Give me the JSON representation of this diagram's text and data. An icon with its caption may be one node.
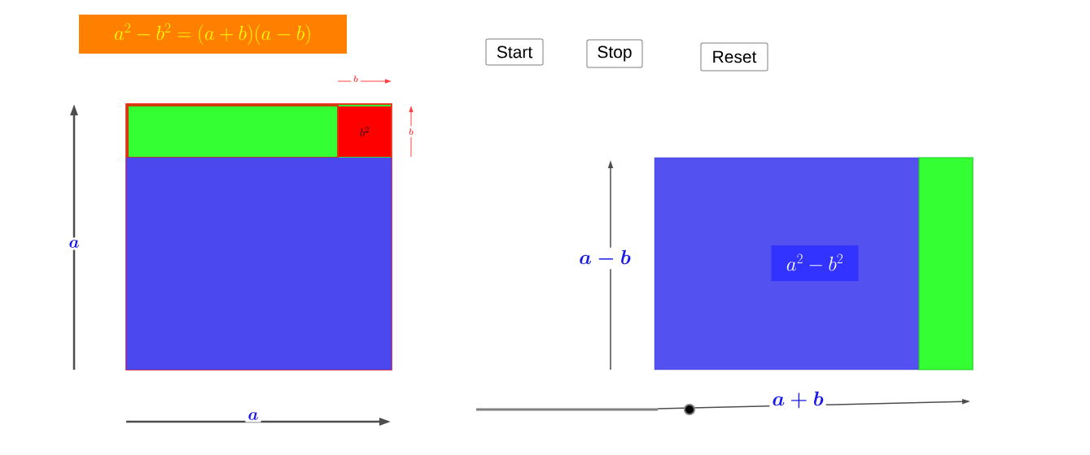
{
  "diagram": {
    "nodes": [
      {
        "text": [
          "a^2-b^2=(a+b)(a-b)"
        ]
      },
      {
        "text": [
          "Start"
        ]
      },
      {
        "text": [
          "Stop"
        ]
      },
      {
        "text": [
          "Reset"
        ]
      },
      {
        "text": [
          "b^2"
        ]
      },
      {
        "text": [
          "a^2-b^2"
        ]
      }
    ],
    "edges": [],
    "labels": [
      "b",
      "b",
      "a",
      "a",
      "a-b",
      "a+b"
    ]
  }
}
